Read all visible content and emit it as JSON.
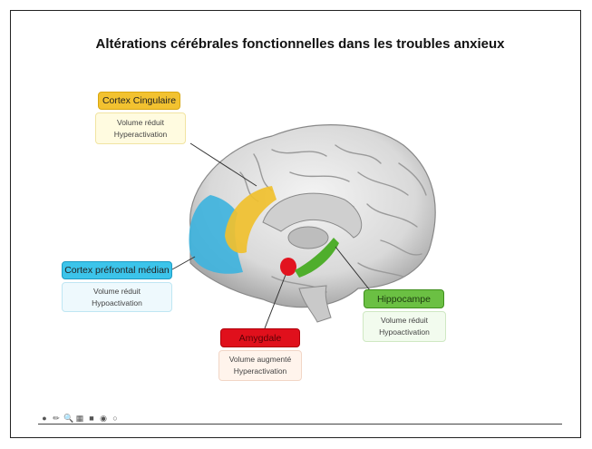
{
  "title": "Altérations cérébrales fonctionnelles dans les troubles anxieux",
  "regions": {
    "cingulate": {
      "label": "Cortex Cingulaire",
      "line1": "Volume réduit",
      "line2": "Hyperactivation",
      "color": "#f2c230"
    },
    "mpfc": {
      "label": "Cortex préfrontal médian",
      "line1": "Volume réduit",
      "line2": "Hypoactivation",
      "color": "#3cbfe3"
    },
    "amygdala": {
      "label": "Amygdale",
      "line1": "Volume augmenté",
      "line2": "Hyperactivation",
      "color": "#e0101c"
    },
    "hippocampus": {
      "label": "Hippocampe",
      "line1": "Volume réduit",
      "line2": "Hypoactivation",
      "color": "#5cb531"
    }
  },
  "toolbar": {
    "icons": [
      "play-icon",
      "pen-icon",
      "zoom-icon",
      "grid-icon",
      "camera-icon",
      "options-icon",
      "menu-icon"
    ]
  }
}
